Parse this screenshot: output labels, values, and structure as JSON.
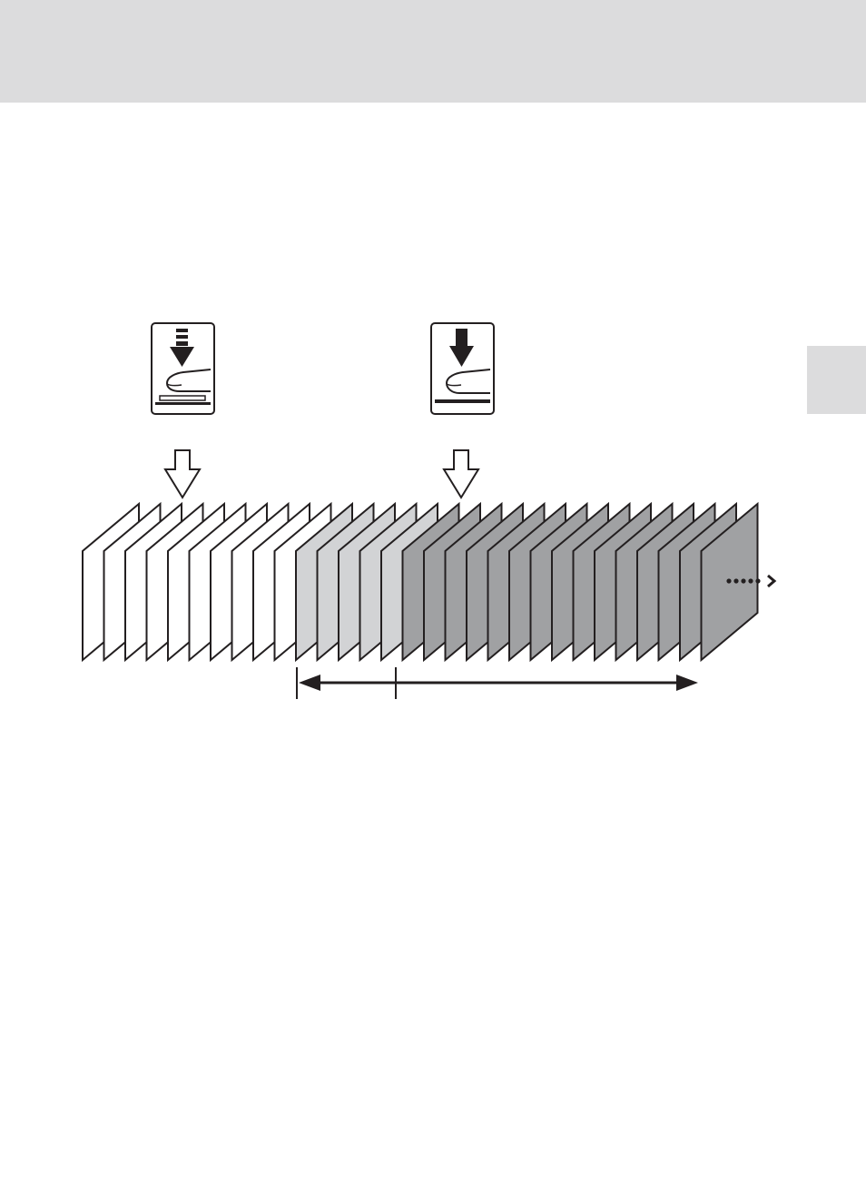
{
  "colors": {
    "header_band": "#dcdcdd",
    "side_tab": "#dcdcdd",
    "frame_before": "#ffffff",
    "frame_buffered": "#d2d3d5",
    "frame_recorded": "#a0a1a3",
    "outline": "#231f20"
  },
  "frames": {
    "before_count": 10,
    "buffered_count": 5,
    "recorded_count": 15
  },
  "icons": {
    "half_press": "shutter-half-press-icon",
    "full_press": "shutter-full-press-icon",
    "pointer": "hollow-down-arrow-icon",
    "continues": "dotted-arrow-right-icon"
  }
}
